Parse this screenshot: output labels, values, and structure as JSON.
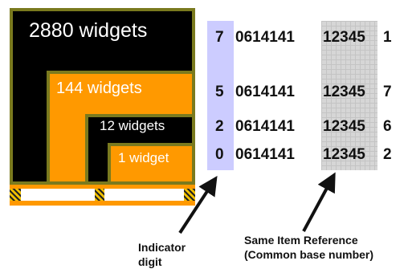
{
  "packaging": {
    "levels": [
      {
        "label": "2880 widgets"
      },
      {
        "label": "144 widgets"
      },
      {
        "label": "12 widgets"
      },
      {
        "label": "1 widget"
      }
    ]
  },
  "gtin_rows": [
    {
      "indicator": "7",
      "company_prefix": "0614141",
      "item_reference": "12345",
      "check_digit": "1"
    },
    {
      "indicator": "5",
      "company_prefix": "0614141",
      "item_reference": "12345",
      "check_digit": "7"
    },
    {
      "indicator": "2",
      "company_prefix": "0614141",
      "item_reference": "12345",
      "check_digit": "6"
    },
    {
      "indicator": "0",
      "company_prefix": "0614141",
      "item_reference": "12345",
      "check_digit": "2"
    }
  ],
  "captions": {
    "indicator_line1": "Indicator",
    "indicator_line2": "digit",
    "reference_line1": "Same Item Reference",
    "reference_line2": "(Common base number)"
  },
  "colors": {
    "black_box": "#000000",
    "orange": "#ff9900",
    "olive_border": "#7a7a1e",
    "indicator_highlight": "#ccccff",
    "reference_highlight": "#d6d6d6"
  }
}
